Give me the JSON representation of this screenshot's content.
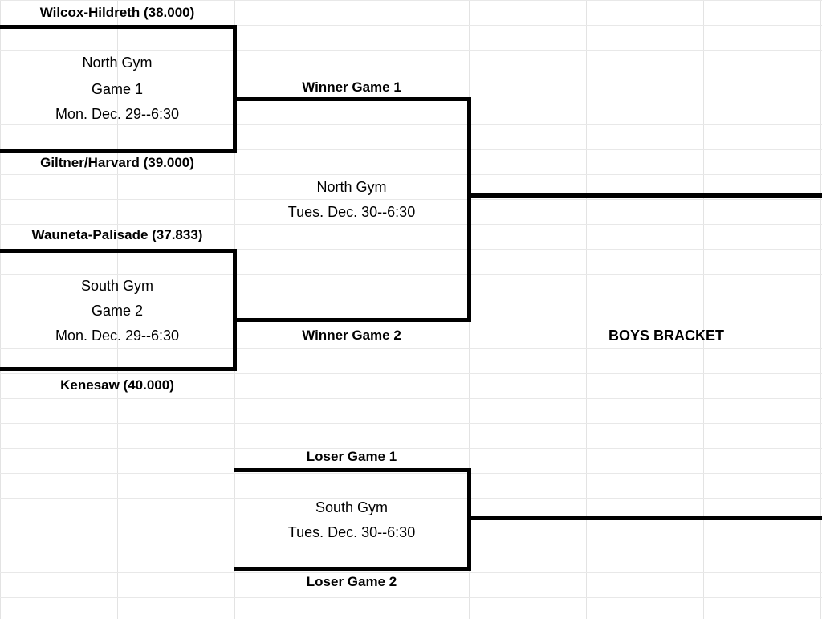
{
  "bracket": {
    "title": "BOYS BRACKET",
    "teams": [
      {
        "name": "Wilcox-Hildreth (38.000)",
        "seed_value": "38.000",
        "school": "Wilcox-Hildreth"
      },
      {
        "name": "Giltner/Harvard (39.000)",
        "seed_value": "39.000",
        "school": "Giltner/Harvard"
      },
      {
        "name": "Wauneta-Palisade (37.833)",
        "seed_value": "37.833",
        "school": "Wauneta-Palisade"
      },
      {
        "name": "Kenesaw (40.000)",
        "seed_value": "40.000",
        "school": "Kenesaw"
      }
    ],
    "round1": [
      {
        "venue": "North Gym",
        "game": "Game 1",
        "datetime": "Mon. Dec. 29--6:30"
      },
      {
        "venue": "South Gym",
        "game": "Game 2",
        "datetime": "Mon. Dec. 29--6:30"
      }
    ],
    "winners_bracket": {
      "top_slot": "Winner Game 1",
      "bottom_slot": "Winner Game 2",
      "venue": "North Gym",
      "datetime": "Tues. Dec. 30--6:30"
    },
    "losers_bracket": {
      "top_slot": "Loser Game 1",
      "bottom_slot": "Loser Game 2",
      "venue": "South Gym",
      "datetime": "Tues. Dec. 30--6:30"
    }
  },
  "colors": {
    "stroke": "#000000",
    "gridline": "#e3e3e3",
    "background": "#ffffff"
  }
}
